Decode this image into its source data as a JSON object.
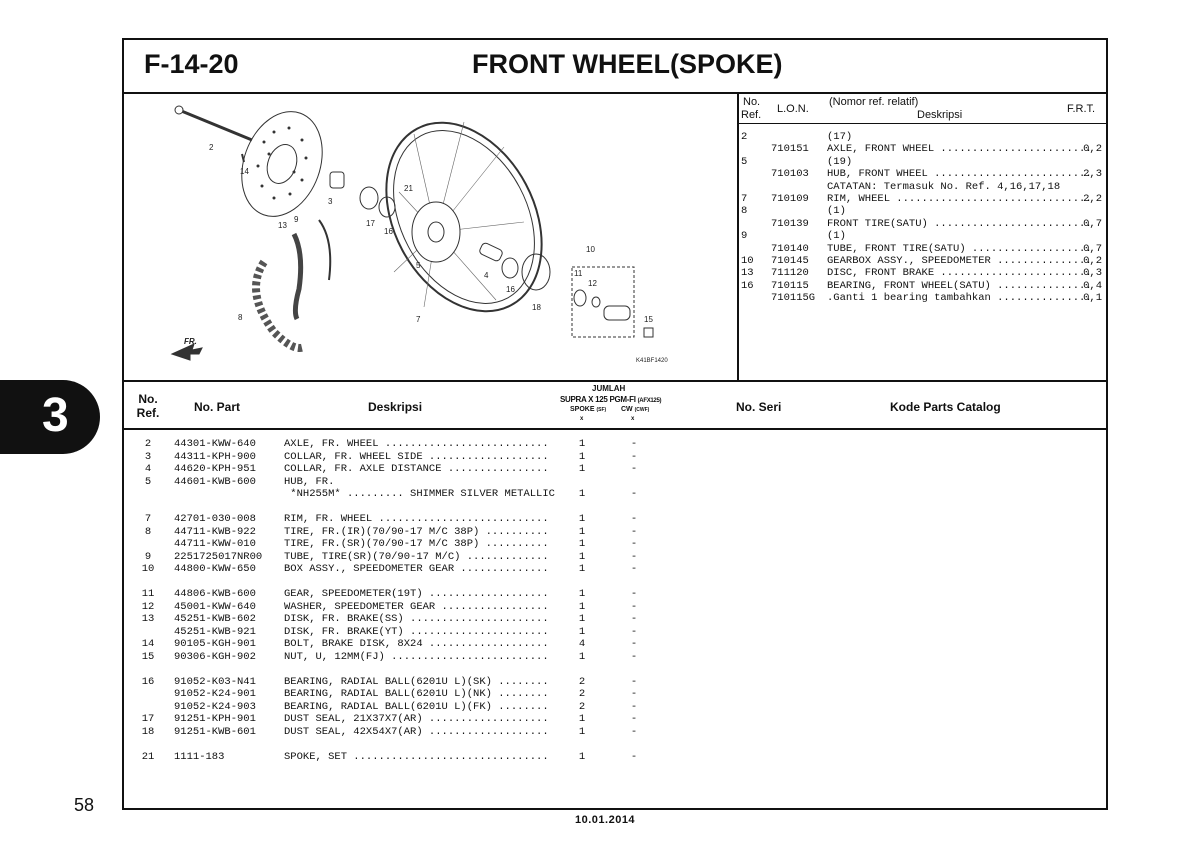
{
  "section_tab": "3",
  "page_number": "58",
  "footer_date": "10.01.2014",
  "header": {
    "code": "F-14-20",
    "title": "FRONT WHEEL(SPOKE)"
  },
  "diagram": {
    "fr_label": "FR.",
    "drawing_code": "K41BF1420",
    "callouts": [
      "2",
      "14",
      "3",
      "13",
      "21",
      "17",
      "16",
      "5",
      "4",
      "16",
      "18",
      "10",
      "11",
      "12",
      "15",
      "9",
      "8",
      "7"
    ]
  },
  "ref_table": {
    "col_no_line1": "No.",
    "col_no_line2": "Ref.",
    "col_lon": "L.O.N.",
    "col_desc_line1": "(Nomor ref. relatif)",
    "col_desc_line2": "Deskripsi",
    "col_frt": "F.R.T.",
    "rows": [
      {
        "no": "2",
        "lon": "",
        "desc": "(17)",
        "frt": ""
      },
      {
        "no": "",
        "lon": "710151",
        "desc": "AXLE, FRONT WHEEL ........................",
        "frt": "0,2"
      },
      {
        "no": "5",
        "lon": "",
        "desc": "(19)",
        "frt": ""
      },
      {
        "no": "",
        "lon": "710103",
        "desc": "HUB, FRONT WHEEL .........................",
        "frt": "2,3"
      },
      {
        "no": "",
        "lon": "",
        "desc": "CATATAN: Termasuk No. Ref. 4,16,17,18",
        "frt": ""
      },
      {
        "no": "7",
        "lon": "710109",
        "desc": "RIM, WHEEL ...............................",
        "frt": "2,2"
      },
      {
        "no": "8",
        "lon": "",
        "desc": "(1)",
        "frt": ""
      },
      {
        "no": "",
        "lon": "710139",
        "desc": "FRONT TIRE(SATU) .........................",
        "frt": "0,7"
      },
      {
        "no": "9",
        "lon": "",
        "desc": "(1)",
        "frt": ""
      },
      {
        "no": "",
        "lon": "710140",
        "desc": "TUBE, FRONT TIRE(SATU) ...................",
        "frt": "0,7"
      },
      {
        "no": "10",
        "lon": "710145",
        "desc": "GEARBOX ASSY., SPEEDOMETER ...............",
        "frt": "0,2"
      },
      {
        "no": "13",
        "lon": "711120",
        "desc": "DISC, FRONT BRAKE ........................",
        "frt": "0,3"
      },
      {
        "no": "16",
        "lon": "710115",
        "desc": "BEARING, FRONT WHEEL(SATU) ...............",
        "frt": "0,4"
      },
      {
        "no": "",
        "lon": "710115G",
        "desc": ".Ganti 1 bearing tambahkan ...............",
        "frt": "0,1"
      }
    ]
  },
  "parts_header": {
    "no_line1": "No.",
    "no_line2": "Ref.",
    "part": "No. Part",
    "desc": "Deskripsi",
    "jumlah": "JUMLAH",
    "model": "SUPRA X 125 PGM-FI",
    "model_code": "(AFX125)",
    "spoke": "SPOKE",
    "spoke_code": "(SF)",
    "cw": "CW",
    "cw_code": "(CWF)",
    "mark1": "x",
    "mark2": "x",
    "seri": "No. Seri",
    "catalog": "Kode Parts Catalog"
  },
  "parts": [
    {
      "no": "2",
      "part": "44301-KWW-640",
      "desc": "AXLE, FR. WHEEL ..........................",
      "q1": "1",
      "q2": "-"
    },
    {
      "no": "3",
      "part": "44311-KPH-900",
      "desc": "COLLAR, FR. WHEEL SIDE ...................",
      "q1": "1",
      "q2": "-"
    },
    {
      "no": "4",
      "part": "44620-KPH-951",
      "desc": "COLLAR, FR. AXLE DISTANCE ................",
      "q1": "1",
      "q2": "-"
    },
    {
      "no": "5",
      "part": "44601-KWB-600",
      "desc": "HUB, FR.",
      "q1": "",
      "q2": ""
    },
    {
      "no": "",
      "part": "",
      "desc": " *NH255M* ......... SHIMMER SILVER METALLIC",
      "q1": "1",
      "q2": "-"
    },
    {
      "no": "7",
      "part": "42701-030-008",
      "desc": "RIM, FR. WHEEL ...........................",
      "q1": "1",
      "q2": "-"
    },
    {
      "no": "8",
      "part": "44711-KWB-922",
      "desc": "TIRE, FR.(IR)(70/90-17 M/C 38P) ..........",
      "q1": "1",
      "q2": "-"
    },
    {
      "no": "",
      "part": "44711-KWW-010",
      "desc": "TIRE, FR.(SR)(70/90-17 M/C 38P) ..........",
      "q1": "1",
      "q2": "-"
    },
    {
      "no": "9",
      "part": "2251725017NR00",
      "desc": "TUBE, TIRE(SR)(70/90-17 M/C) .............",
      "q1": "1",
      "q2": "-"
    },
    {
      "no": "10",
      "part": "44800-KWW-650",
      "desc": "BOX ASSY., SPEEDOMETER GEAR ..............",
      "q1": "1",
      "q2": "-"
    },
    {
      "no": "11",
      "part": "44806-KWB-600",
      "desc": "GEAR, SPEEDOMETER(19T) ...................",
      "q1": "1",
      "q2": "-"
    },
    {
      "no": "12",
      "part": "45001-KWW-640",
      "desc": "WASHER, SPEEDOMETER GEAR .................",
      "q1": "1",
      "q2": "-"
    },
    {
      "no": "13",
      "part": "45251-KWB-602",
      "desc": "DISK, FR. BRAKE(SS) ......................",
      "q1": "1",
      "q2": "-"
    },
    {
      "no": "",
      "part": "45251-KWB-921",
      "desc": "DISK, FR. BRAKE(YT) ......................",
      "q1": "1",
      "q2": "-"
    },
    {
      "no": "14",
      "part": "90105-KGH-901",
      "desc": "BOLT, BRAKE DISK, 8X24 ...................",
      "q1": "4",
      "q2": "-"
    },
    {
      "no": "15",
      "part": "90306-KGH-902",
      "desc": "NUT, U, 12MM(FJ) .........................",
      "q1": "1",
      "q2": "-"
    },
    {
      "no": "16",
      "part": "91052-K03-N41",
      "desc": "BEARING, RADIAL BALL(6201U L)(SK) ........",
      "q1": "2",
      "q2": "-"
    },
    {
      "no": "",
      "part": "91052-K24-901",
      "desc": "BEARING, RADIAL BALL(6201U L)(NK) ........",
      "q1": "2",
      "q2": "-"
    },
    {
      "no": "",
      "part": "91052-K24-903",
      "desc": "BEARING, RADIAL BALL(6201U L)(FK) ........",
      "q1": "2",
      "q2": "-"
    },
    {
      "no": "17",
      "part": "91251-KPH-901",
      "desc": "DUST SEAL, 21X37X7(AR) ...................",
      "q1": "1",
      "q2": "-"
    },
    {
      "no": "18",
      "part": "91251-KWB-601",
      "desc": "DUST SEAL, 42X54X7(AR) ...................",
      "q1": "1",
      "q2": "-"
    },
    {
      "no": "21",
      "part": "1111-183",
      "desc": "SPOKE, SET ...............................",
      "q1": "1",
      "q2": "-"
    }
  ]
}
